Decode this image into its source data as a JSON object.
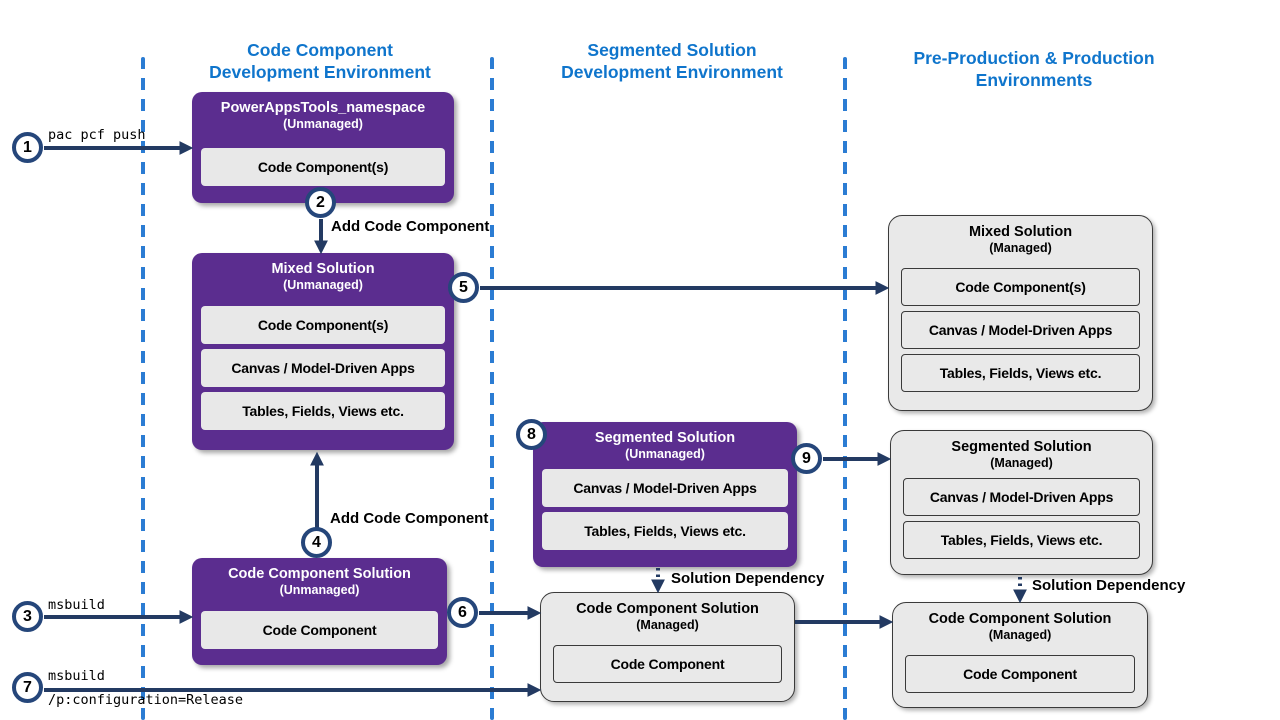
{
  "colors": {
    "purple": "#5b2d8f",
    "header_blue": "#0f75cc",
    "dash_blue": "#2b7cd3",
    "navy": "#233a62",
    "circle_navy": "#25467a",
    "gray_fill": "#e9e9e9"
  },
  "column_headers": [
    {
      "line1": "Code Component",
      "line2": "Development Environment"
    },
    {
      "line1": "Segmented Solution",
      "line2": "Development Environment"
    },
    {
      "line1": "Pre-Production & Production",
      "line2": "Environments"
    }
  ],
  "boxes": {
    "powerapps_tools": {
      "title": "PowerAppsTools_namespace",
      "subtitle": "(Unmanaged)",
      "rows": [
        "Code Component(s)"
      ]
    },
    "mixed_unmanaged": {
      "title": "Mixed Solution",
      "subtitle": "(Unmanaged)",
      "rows": [
        "Code Component(s)",
        "Canvas / Model-Driven Apps",
        "Tables, Fields, Views etc."
      ]
    },
    "code_component_unmanaged": {
      "title": "Code Component Solution",
      "subtitle": "(Unmanaged)",
      "rows": [
        "Code Component"
      ]
    },
    "segmented_unmanaged": {
      "title": "Segmented Solution",
      "subtitle": "(Unmanaged)",
      "rows": [
        "Canvas / Model-Driven Apps",
        "Tables, Fields, Views etc."
      ]
    },
    "mixed_managed": {
      "title": "Mixed Solution",
      "subtitle": "(Managed)",
      "rows": [
        "Code Component(s)",
        "Canvas / Model-Driven Apps",
        "Tables, Fields, Views etc."
      ]
    },
    "segmented_managed": {
      "title": "Segmented Solution",
      "subtitle": "(Managed)",
      "rows": [
        "Canvas / Model-Driven Apps",
        "Tables, Fields, Views etc."
      ]
    },
    "code_component_managed_mid": {
      "title": "Code Component Solution",
      "subtitle": "(Managed)",
      "rows": [
        "Code Component"
      ]
    },
    "code_component_managed_right": {
      "title": "Code Component Solution",
      "subtitle": "(Managed)",
      "rows": [
        "Code Component"
      ]
    }
  },
  "steps": {
    "s1": "1",
    "s2": "2",
    "s3": "3",
    "s4": "4",
    "s5": "5",
    "s6": "6",
    "s7": "7",
    "s8": "8",
    "s9": "9"
  },
  "labels": {
    "pac_pcf_push": "pac pcf push",
    "add_code_component_top": "Add Code Component",
    "add_code_component_bottom": "Add Code Component",
    "msbuild": "msbuild",
    "msbuild_release_line1": "msbuild",
    "msbuild_release_line2": "/p:configuration=Release",
    "solution_dependency_mid": "Solution Dependency",
    "solution_dependency_right": "Solution Dependency"
  }
}
